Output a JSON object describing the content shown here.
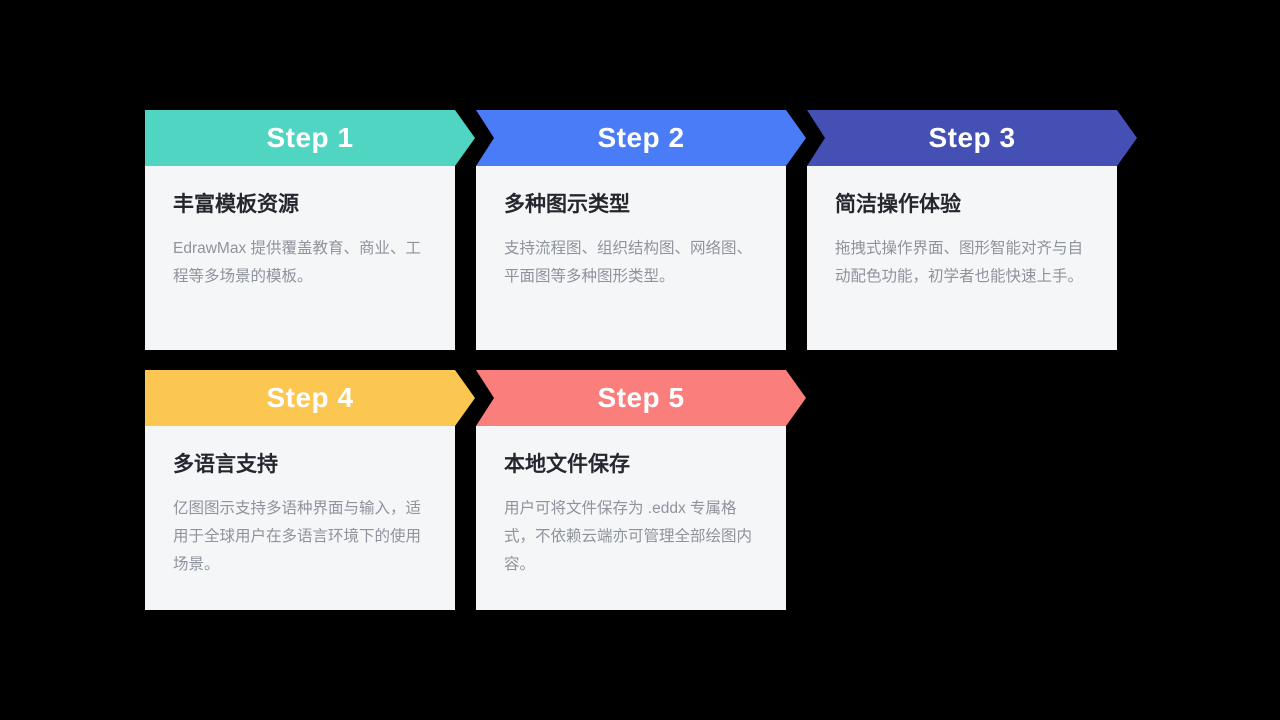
{
  "diagram_title": "EdrawMax feature steps",
  "colors": {
    "background": "#000000",
    "card_background": "#F5F6F7",
    "title_text": "#26262E",
    "body_text": "#8E939C",
    "step_label_text": "#FFFFFF"
  },
  "steps": [
    {
      "label": "Step 1",
      "color": "#50D5C3",
      "title": "丰富模板资源",
      "body": "EdrawMax 提供覆盖教育、商业、工程等多场景的模板。"
    },
    {
      "label": "Step 2",
      "color": "#4A7CF7",
      "title": "多种图示类型",
      "body": "支持流程图、组织结构图、网络图、平面图等多种图形类型。"
    },
    {
      "label": "Step 3",
      "color": "#4450B4",
      "title": "简洁操作体验",
      "body": "拖拽式操作界面、图形智能对齐与自动配色功能，初学者也能快速上手。"
    },
    {
      "label": "Step 4",
      "color": "#FBC751",
      "title": "多语言支持",
      "body": "亿图图示支持多语种界面与输入，适用于全球用户在多语言环境下的使用场景。"
    },
    {
      "label": "Step 5",
      "color": "#FA7E7C",
      "title": "本地文件保存",
      "body": "用户可将文件保存为 .eddx 专属格式，不依赖云端亦可管理全部绘图内容。"
    }
  ]
}
